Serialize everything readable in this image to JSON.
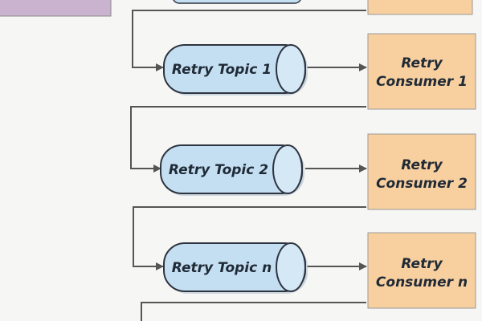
{
  "colors": {
    "background": "#f6f6f4",
    "topic_fill": "#c5dff2",
    "topic_stroke": "#2e3440",
    "consumer_fill": "#f8cf9f",
    "consumer_stroke": "#9a9a9a",
    "producer_fill": "#c9b3cf",
    "connector": "#555555"
  },
  "rows": [
    {
      "topic": "Retry Topic 1",
      "consumer_line1": "Retry",
      "consumer_line2": "Consumer 1"
    },
    {
      "topic": "Retry Topic 2",
      "consumer_line1": "Retry",
      "consumer_line2": "Consumer 2"
    },
    {
      "topic": "Retry Topic n",
      "consumer_line1": "Retry",
      "consumer_line2": "Consumer n"
    }
  ]
}
